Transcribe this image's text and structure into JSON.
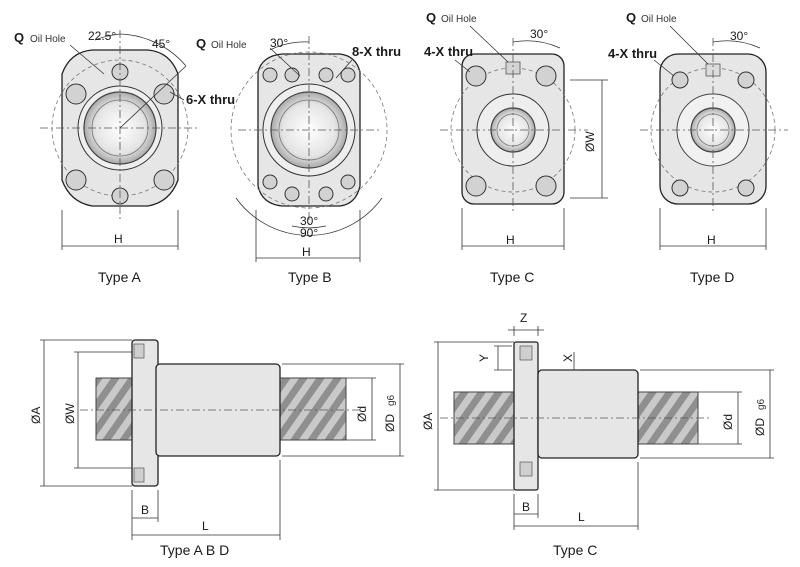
{
  "captions": {
    "type_a": "Type A",
    "type_b": "Type B",
    "type_c": "Type C",
    "type_d": "Type D",
    "side_abd": "Type A B D",
    "side_c": "Type C"
  },
  "oil_hole": {
    "q": "Q",
    "text": "Oil Hole"
  },
  "holes": {
    "type_a": "6-X thru",
    "type_b": "8-X thru",
    "type_c": "4-X thru",
    "type_d": "4-X thru"
  },
  "angles": {
    "a1": "22.5°",
    "a2": "45°",
    "b_top": "30°",
    "b_bottom_inner": "30°",
    "b_bottom_outer": "90°",
    "c": "30°",
    "d": "30°"
  },
  "dims": {
    "H": "H",
    "W": "ØW",
    "A": "ØA",
    "d": "Ød",
    "D": "ØD",
    "g6": "g6",
    "B": "B",
    "L": "L",
    "X": "X",
    "Y": "Y",
    "Z": "Z"
  }
}
